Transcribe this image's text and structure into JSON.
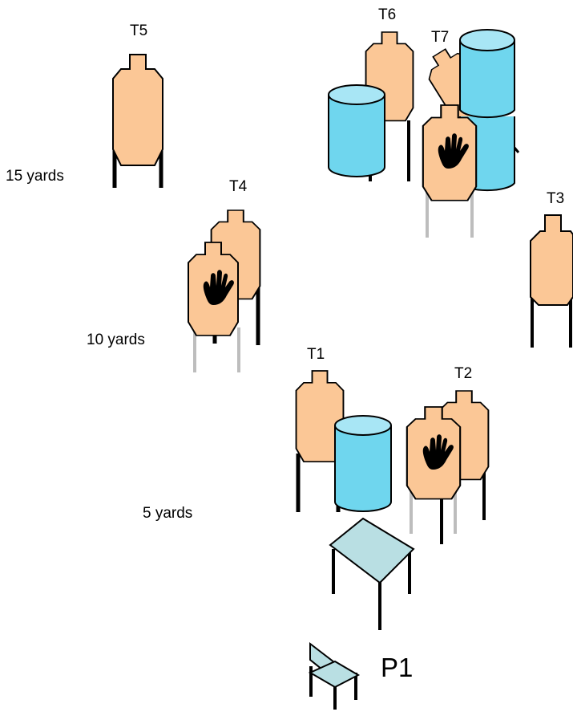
{
  "targets": [
    {
      "id": "T1",
      "label": "T1",
      "kind": "shoot"
    },
    {
      "id": "T2",
      "label": "T2",
      "kind": "shoot"
    },
    {
      "id": "T3",
      "label": "T3",
      "kind": "shoot"
    },
    {
      "id": "T4",
      "label": "T4",
      "kind": "shoot"
    },
    {
      "id": "T5",
      "label": "T5",
      "kind": "shoot"
    },
    {
      "id": "T6",
      "label": "T6",
      "kind": "shoot"
    },
    {
      "id": "T7",
      "label": "T7",
      "kind": "shoot"
    }
  ],
  "no_shoot_icon": "hand-icon",
  "distances": [
    {
      "label": "15 yards"
    },
    {
      "label": "10 yards"
    },
    {
      "label": "5 yards"
    }
  ],
  "start_position": {
    "label": "P1"
  },
  "colors": {
    "target_fill": "#fbc796",
    "barrel_fill": "#6fd6ee",
    "barrel_top": "#a8e6f5",
    "table_fill": "#b9dfe3",
    "leg_dark": "#000000",
    "leg_light": "#bdbdbd"
  }
}
